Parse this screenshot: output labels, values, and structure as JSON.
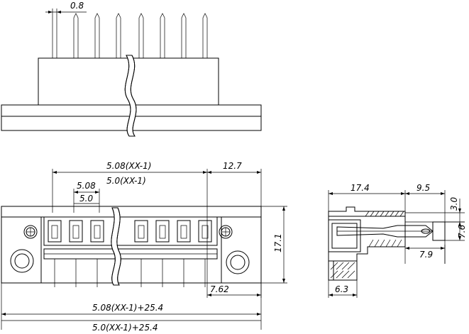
{
  "dimensions": {
    "pin_width": "0.8",
    "pitch_total_508": "5.08(XX-1)",
    "pitch_total_50": "5.0(XX-1)",
    "end_offset": "12.7",
    "pitch_508": "5.08",
    "pitch_50": "5.0",
    "height": "17.1",
    "edge_offset": "7.62",
    "length_508": "5.08(XX-1)+25.4",
    "length_50": "5.0(XX-1)+25.4",
    "side_depth": "17.4",
    "side_extension": "9.5",
    "side_top": "3.0",
    "side_pin_height": "7.6",
    "side_pin_length": "7.9",
    "side_base": "6.3"
  }
}
